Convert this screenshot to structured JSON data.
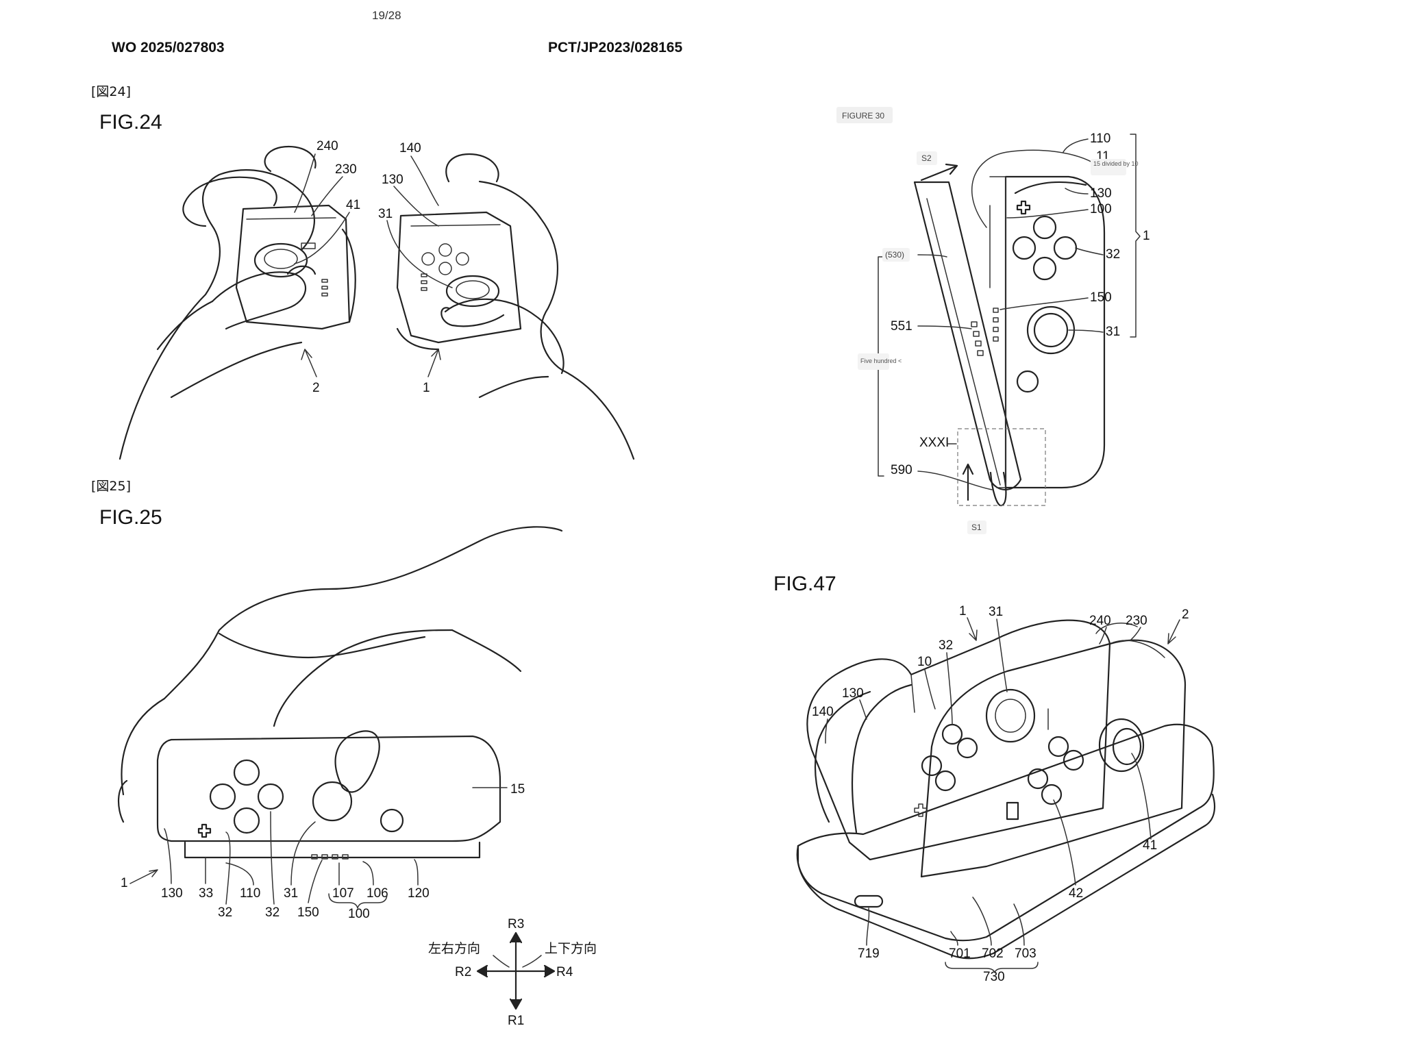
{
  "header": {
    "page_number": "19/28",
    "publication_number": "WO 2025/027803",
    "application_number": "PCT/JP2023/028165"
  },
  "fig24": {
    "tag": "[図24]",
    "title": "FIG.24",
    "labels": [
      "240",
      "230",
      "41",
      "140",
      "130",
      "31",
      "2",
      "1"
    ]
  },
  "fig25": {
    "tag": "[図25]",
    "title": "FIG.25",
    "labels": [
      "15",
      "1",
      "130",
      "33",
      "110",
      "31",
      "107",
      "106",
      "120",
      "32",
      "32",
      "150",
      "100"
    ],
    "direction_legend": {
      "r3": "R3",
      "r1": "R1",
      "r2": "R2",
      "r4": "R4",
      "left_right": "左右方向",
      "up_down": "上下方向"
    }
  },
  "fig30": {
    "title": "FIGURE 30",
    "labels": [
      "110",
      "11",
      "130",
      "100",
      "1",
      "32",
      "150",
      "31",
      "551",
      "(530)",
      "XXXI",
      "590",
      "S2",
      "S1"
    ],
    "notes": {
      "divided": "15 divided by 10",
      "five_hundred": "Five hundred <"
    }
  },
  "fig47": {
    "title": "FIG.47",
    "labels": [
      "1",
      "31",
      "240",
      "230",
      "2",
      "32",
      "10",
      "130",
      "140",
      "41",
      "42",
      "719",
      "701",
      "702",
      "703",
      "730"
    ]
  }
}
